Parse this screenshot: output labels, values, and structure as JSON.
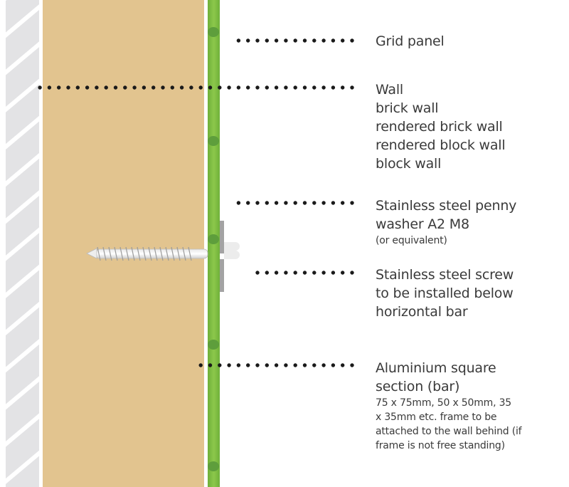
{
  "labels": {
    "grid_panel": "Grid panel",
    "wall": {
      "title": "Wall",
      "types": [
        "brick wall",
        "rendered brick wall",
        "rendered block wall",
        "block wall"
      ]
    },
    "washer": {
      "lines": [
        "Stainless steel penny",
        "washer A2 M8"
      ],
      "note": "(or equivalent)"
    },
    "screw": {
      "lines": [
        "Stainless steel screw",
        "to be installed below",
        "horizontal bar"
      ]
    },
    "bar": {
      "lines": [
        "Aluminium square",
        "section (bar)"
      ],
      "notes": [
        "75 x 75mm, 50 x 50mm, 35",
        "x 35mm etc. frame to be",
        "attached to the wall behind (if",
        "frame is not free standing)"
      ]
    }
  },
  "colors": {
    "wall_hatch": "#e3e3e5",
    "bar_fill": "#e2c48f",
    "grid_panel": "#7dbb42",
    "grid_dot": "#5e9e3c",
    "washer": "#a3a3a3",
    "leader": "#1a1a1a"
  }
}
